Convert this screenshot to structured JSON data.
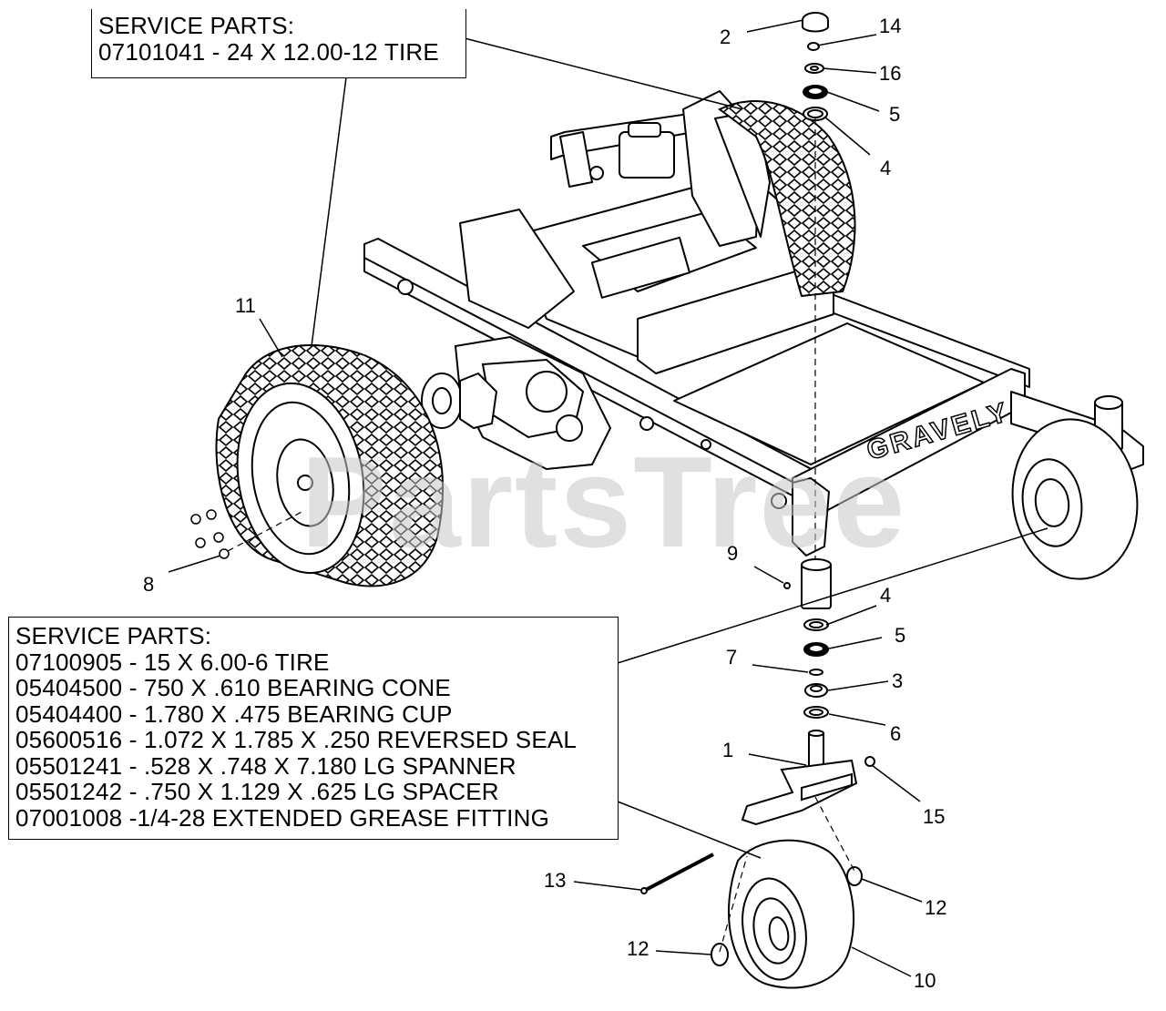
{
  "service_parts_rear": {
    "heading": "SERVICE PARTS:",
    "items": [
      "07101041 - 24 X 12.00-12 TIRE"
    ]
  },
  "service_parts_front": {
    "heading": "SERVICE PARTS:",
    "items": [
      "07100905 - 15 X 6.00-6 TIRE",
      "05404500 - 750 X .610 BEARING CONE",
      "05404400 - 1.780 X .475 BEARING CUP",
      "05600516 - 1.072 X 1.785 X .250 REVERSED SEAL",
      "05501241 - .528 X .748 X 7.180 LG SPANNER",
      "05501242 - .750 X 1.129 X .625 LG SPACER",
      "07001008 -1/4-28 EXTENDED GREASE FITTING"
    ]
  },
  "callouts": [
    "2",
    "14",
    "16",
    "5",
    "4",
    "11",
    "8",
    "9",
    "4",
    "5",
    "7",
    "3",
    "6",
    "1",
    "15",
    "13",
    "12",
    "12",
    "10"
  ],
  "brand_text": "GRAVELY",
  "watermark_text": "PartsTree"
}
